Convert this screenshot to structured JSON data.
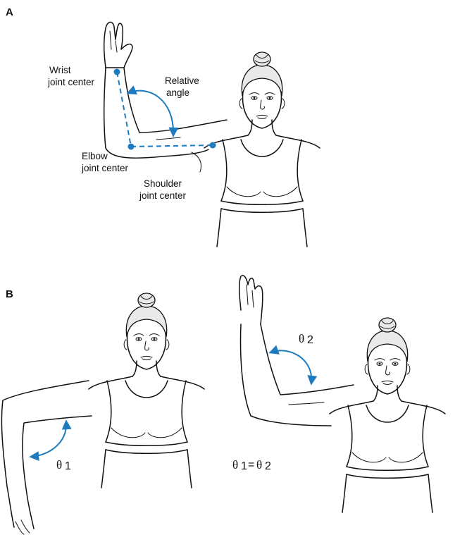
{
  "colors": {
    "accent": "#1f7bbf",
    "ink": "#111111"
  },
  "panel_a": {
    "label": "A",
    "wrist_label_line1": "Wrist",
    "wrist_label_line2": "joint center",
    "relative_label_line1": "Relative",
    "relative_label_line2": "angle",
    "elbow_label_line1": "Elbow",
    "elbow_label_line2": "joint center",
    "shoulder_label_line1": "Shoulder",
    "shoulder_label_line2": "joint center"
  },
  "panel_b": {
    "label": "B",
    "theta1_symbol": "θ",
    "theta1_sub": "1",
    "theta2_symbol": "θ",
    "theta2_sub": "2",
    "equation_theta_a": "θ",
    "equation_sub_a": "1",
    "equation_equals": "=",
    "equation_theta_b": "θ",
    "equation_sub_b": "2"
  }
}
